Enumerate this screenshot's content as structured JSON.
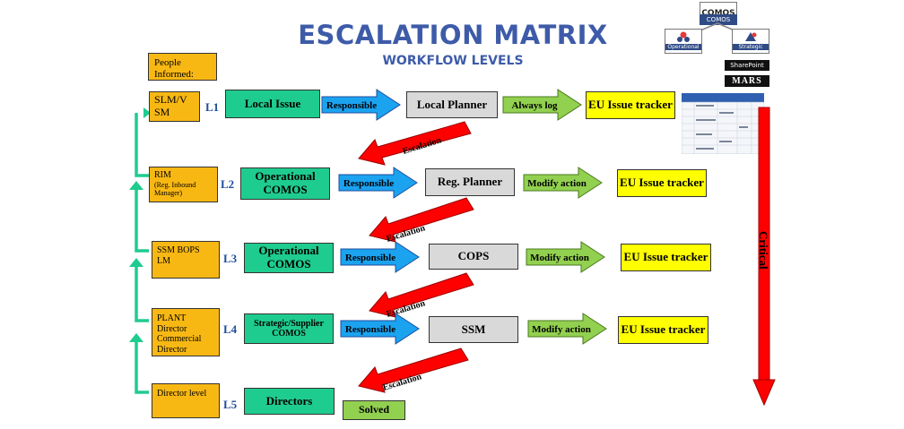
{
  "header": {
    "title": "ESCALATION MATRIX",
    "subtitle": "WORKFLOW LEVELS"
  },
  "legend": {
    "people_informed": "People Informed:"
  },
  "levels": [
    {
      "level": "L1",
      "informed": "SLM/V SM",
      "source": "Local Issue",
      "relation": "Responsible",
      "handler": "Local Planner",
      "action": "Always log",
      "target": "EU Issue tracker"
    },
    {
      "level": "L2",
      "informed_main": "RIM",
      "informed_sub": "(Reg. Inbound Manager)",
      "source": "Operational COMOS",
      "relation": "Responsible",
      "handler": "Reg. Planner",
      "action": "Modify action",
      "target": "EU Issue tracker"
    },
    {
      "level": "L3",
      "informed": "SSM BOPS LM",
      "source": "Operational COMOS",
      "relation": "Responsible",
      "handler": "COPS",
      "action": "Modify action",
      "target": "EU Issue tracker"
    },
    {
      "level": "L4",
      "informed": "PLANT Director Commercial Director",
      "source": "Strategic/Supplier COMOS",
      "relation": "Responsible",
      "handler": "SSM",
      "action": "Modify action",
      "target": "EU Issue tracker"
    },
    {
      "level": "L5",
      "informed": "Director level",
      "source": "Directors",
      "result": "Solved"
    }
  ],
  "escalation_label": "Escalation",
  "critical_label": "Critical",
  "logos": {
    "comos": "COMOS",
    "comos_caption": "COMOS",
    "operational": "Operational",
    "strategic": "Strategic",
    "sharepoint": "SharePoint",
    "mars": "MARS"
  },
  "colors": {
    "title": "#3d5ba8",
    "people_box": "#f8b814",
    "source_box": "#1fcc8f",
    "responsible_arrow": "#1ba3f0",
    "handler_box": "#d9d9d9",
    "action_arrow": "#92d050",
    "tracker_box": "#ffff00",
    "escalation_arrow": "#ff0000",
    "level_link": "#1fcc8f"
  }
}
